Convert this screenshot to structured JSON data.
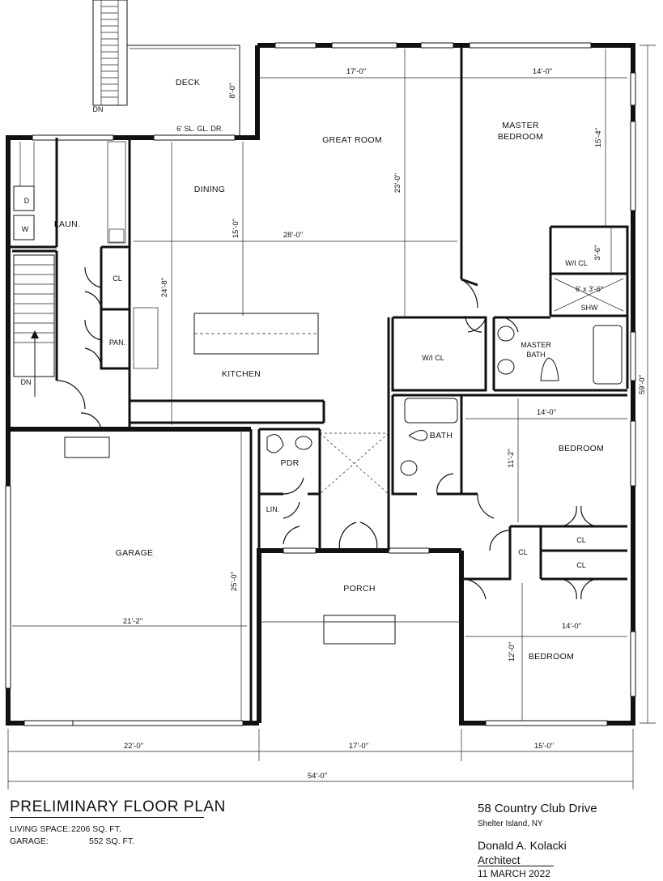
{
  "title": "PRELIMINARY FLOOR PLAN",
  "areas": {
    "living_label": "LIVING SPACE:",
    "living_value": "2206 SQ. FT.",
    "garage_label": "GARAGE:",
    "garage_value": "552 SQ. FT."
  },
  "project": {
    "address": "58 Country Club Drive",
    "location": "Shelter Island, NY"
  },
  "architect": {
    "name": "Donald A. Kolacki",
    "title": "Architect",
    "date": "11 MARCH 2022"
  },
  "rooms": {
    "deck": "DECK",
    "great_room": "GREAT ROOM",
    "master_bedroom_1": "MASTER",
    "master_bedroom_2": "BEDROOM",
    "dining": "DINING",
    "laundry": "LAUN.",
    "kitchen": "KITCHEN",
    "wic_master": "W/I CL",
    "shower_size": "6' x 3'-6\"",
    "shower": "SHW",
    "wic": "W/I CL",
    "master_bath_1": "MASTER",
    "master_bath_2": "BATH",
    "bath": "BATH",
    "bedroom_1": "BEDROOM",
    "bedroom_2": "BEDROOM",
    "pdr": "PDR",
    "linen": "LIN.",
    "closet_laundry": "CL",
    "pantry": "PAN.",
    "closet_a": "CL",
    "closet_b": "CL",
    "closet_c": "CL",
    "garage": "GARAGE",
    "porch": "PORCH",
    "dryer": "D",
    "washer": "W",
    "stair_down_upper": "DN",
    "stair_down_lower": "DN",
    "sliding_door": "6' SL. GL. DR."
  },
  "dimensions": {
    "deck_depth": "8'-0\"",
    "great_room_width": "17'-0\"",
    "master_width": "14'-0\"",
    "master_depth": "15'-4\"",
    "great_room_depth": "23'-0\"",
    "dining_depth": "15'-0\"",
    "dining_great_width": "28'-0\"",
    "wic_depth": "3'-6\"",
    "kitchen_depth": "24'-8\"",
    "bedroom1_width": "14'-0\"",
    "bedroom1_depth": "11'-2\"",
    "garage_width": "21'-2\"",
    "garage_depth": "25'-0\"",
    "bedroom2_width": "14'-0\"",
    "bedroom2_depth": "12'-0\"",
    "overall_depth": "59'-0\"",
    "seg_left": "22'-0\"",
    "seg_mid": "17'-0\"",
    "seg_right": "15'-0\"",
    "overall_width": "54'-0\""
  }
}
